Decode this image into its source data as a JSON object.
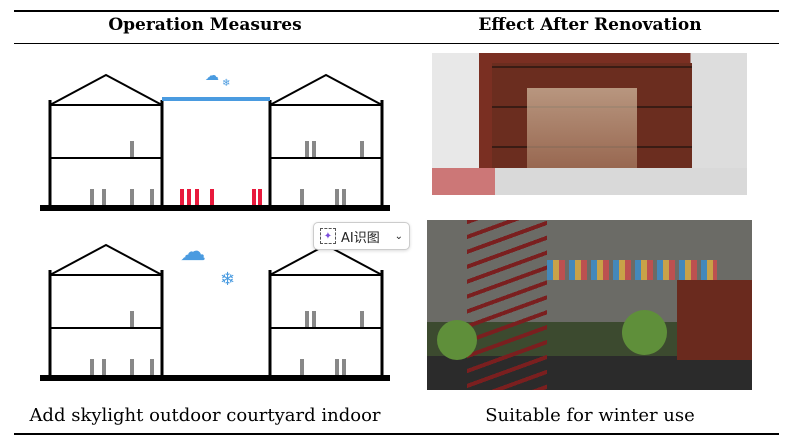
{
  "table": {
    "headers": [
      "Operation Measures",
      "Effect After Renovation"
    ],
    "captions": [
      "Add skylight outdoor courtyard indoor",
      "Suitable for winter use"
    ]
  },
  "ai_button": {
    "label": "AI识图",
    "icon": "sparkle-scan-icon",
    "chevron": "⌄"
  },
  "colors": {
    "skylight": "#4a9be0",
    "people_highlight": "#e8193c",
    "people": "#888888",
    "brick": "#8a3a2c"
  }
}
